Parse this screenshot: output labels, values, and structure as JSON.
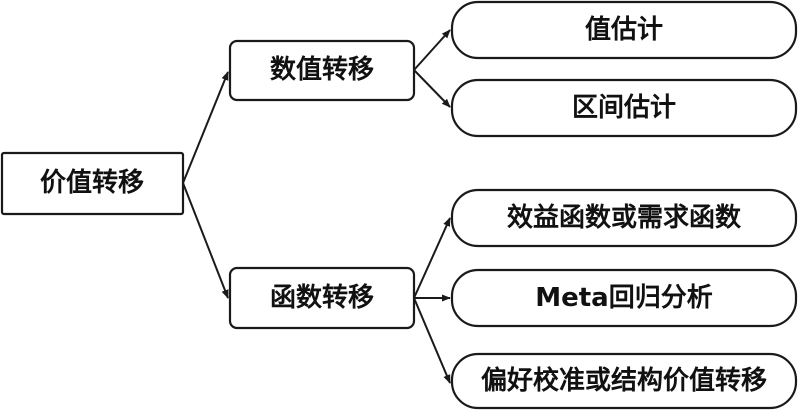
{
  "diagram": {
    "root": {
      "label": "价值转移"
    },
    "branches": [
      {
        "label": "数值转移",
        "children": [
          {
            "label": "值估计"
          },
          {
            "label": "区间估计"
          }
        ]
      },
      {
        "label": "函数转移",
        "children": [
          {
            "label": "效益函数或需求函数"
          },
          {
            "label": "Meta回归分析"
          },
          {
            "label": "偏好校准或结构价值转移"
          }
        ]
      }
    ]
  }
}
